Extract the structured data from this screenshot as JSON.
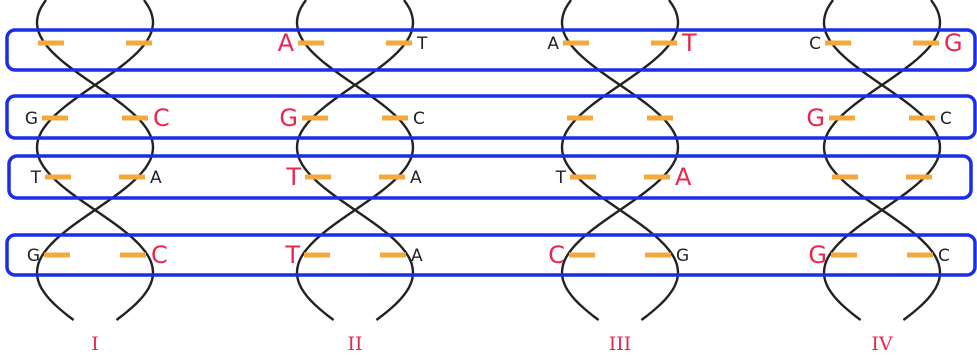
{
  "colors": {
    "frame": "#1a2ee6",
    "strand": "#222222",
    "rung": "#f5a93c",
    "highlight": "#e8274f",
    "text": "#222222"
  },
  "models": [
    {
      "id": "I",
      "roman": "I",
      "pairs": [
        {
          "left": "",
          "right": "",
          "left_red": false,
          "right_red": false
        },
        {
          "left": "G",
          "right": "C",
          "left_red": false,
          "right_red": true
        },
        {
          "left": "T",
          "right": "A",
          "left_red": false,
          "right_red": false
        },
        {
          "left": "G",
          "right": "C",
          "left_red": false,
          "right_red": true
        }
      ]
    },
    {
      "id": "II",
      "roman": "II",
      "pairs": [
        {
          "left": "A",
          "right": "T",
          "left_red": true,
          "right_red": false
        },
        {
          "left": "G",
          "right": "C",
          "left_red": true,
          "right_red": false
        },
        {
          "left": "T",
          "right": "A",
          "left_red": true,
          "right_red": false
        },
        {
          "left": "T",
          "right": "A",
          "left_red": true,
          "right_red": false
        }
      ]
    },
    {
      "id": "III",
      "roman": "III",
      "pairs": [
        {
          "left": "A",
          "right": "T",
          "left_red": false,
          "right_red": true
        },
        {
          "left": "",
          "right": "",
          "left_red": false,
          "right_red": false
        },
        {
          "left": "T",
          "right": "A",
          "left_red": false,
          "right_red": true
        },
        {
          "left": "C",
          "right": "G",
          "left_red": true,
          "right_red": false
        }
      ]
    },
    {
      "id": "IV",
      "roman": "IV",
      "pairs": [
        {
          "left": "C",
          "right": "G",
          "left_red": false,
          "right_red": true
        },
        {
          "left": "G",
          "right": "C",
          "left_red": true,
          "right_red": false
        },
        {
          "left": "",
          "right": "",
          "left_red": false,
          "right_red": false
        },
        {
          "left": "G",
          "right": "C",
          "left_red": true,
          "right_red": false
        }
      ]
    }
  ]
}
